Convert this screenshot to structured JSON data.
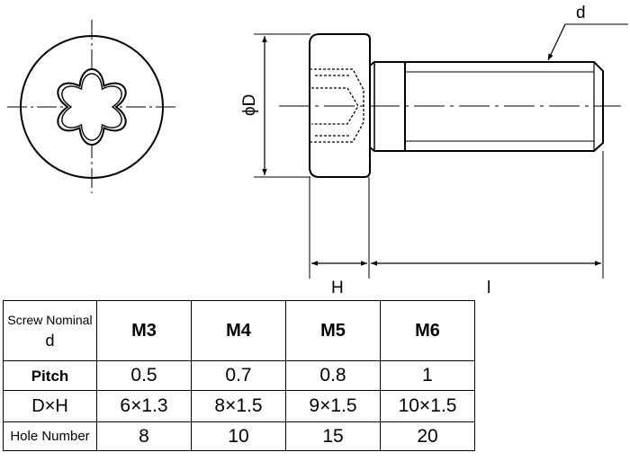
{
  "drawing": {
    "labels": {
      "d": "d",
      "phi_D": "ϕD",
      "H": "H",
      "l": "l"
    }
  },
  "table": {
    "header": {
      "label_line1": "Screw Nominal",
      "label_line2": "d",
      "sizes": [
        "M3",
        "M4",
        "M5",
        "M6"
      ]
    },
    "rows": [
      {
        "label": "Pitch",
        "values": [
          "0.5",
          "0.7",
          "0.8",
          "1"
        ]
      },
      {
        "label": "D×H",
        "values": [
          "6×1.3",
          "8×1.5",
          "9×1.5",
          "10×1.5"
        ]
      },
      {
        "label": "Hole Number",
        "values": [
          "8",
          "10",
          "15",
          "20"
        ]
      }
    ]
  }
}
